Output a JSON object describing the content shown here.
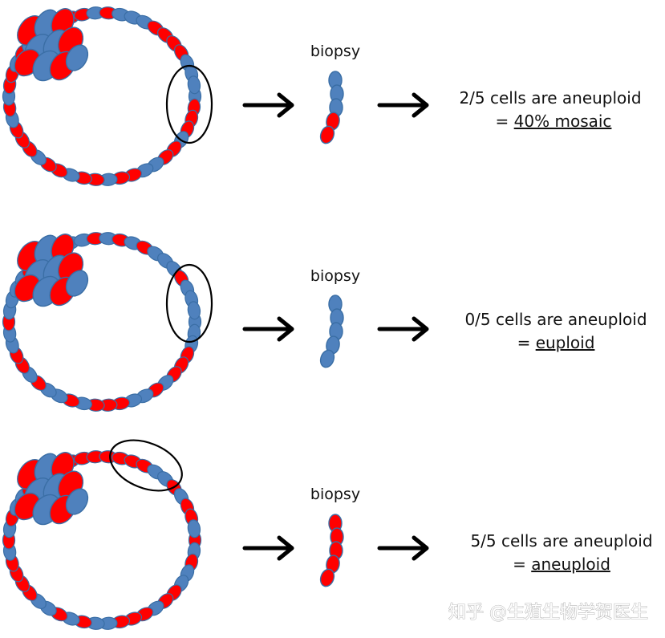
{
  "colors": {
    "euploid_cell": "#4f81bd",
    "aneuploid_cell": "#ff0000",
    "cell_outline": "#3a6ea5",
    "outline": "#000000"
  },
  "rows": [
    {
      "biopsy_label": "biopsy",
      "result_text": "2/5 cells are aneuploid",
      "result_prefix": "= ",
      "result_value": "40% mosaic",
      "sample": [
        "euploid",
        "euploid",
        "euploid",
        "aneuploid",
        "aneuploid"
      ]
    },
    {
      "biopsy_label": "biopsy",
      "result_text": "0/5 cells are aneuploid",
      "result_prefix": "= ",
      "result_value": "euploid",
      "sample": [
        "euploid",
        "euploid",
        "euploid",
        "euploid",
        "euploid"
      ]
    },
    {
      "biopsy_label": "biopsy",
      "result_text": "5/5 cells are aneuploid",
      "result_prefix": "= ",
      "result_value": "aneuploid",
      "sample": [
        "aneuploid",
        "aneuploid",
        "aneuploid",
        "aneuploid",
        "aneuploid"
      ]
    }
  ],
  "watermark": "知乎 @生殖生物学贺医生"
}
